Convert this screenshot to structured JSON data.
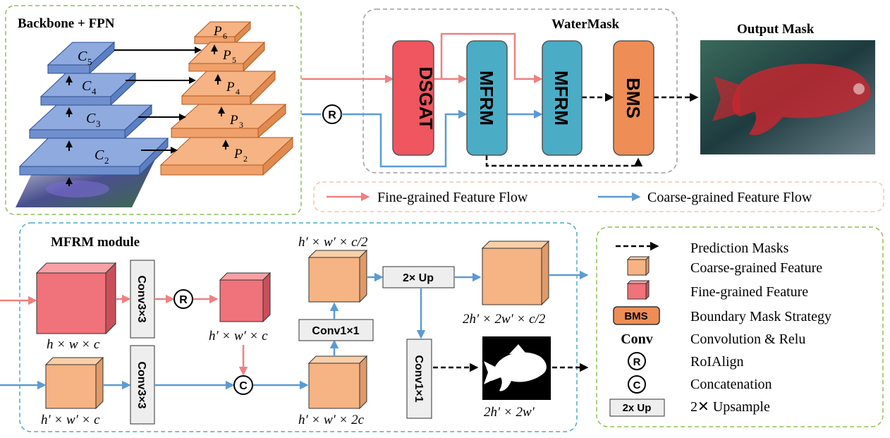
{
  "colors": {
    "fine": "#f08080",
    "fine_box": "#f0727a",
    "coarse_flow": "#5b9bd5",
    "coarse_box": "#f6b383",
    "fpn_c": "#8eaadf",
    "dsgat": "#f0565f",
    "mfrm": "#4bacc6",
    "bms": "#ee8d55",
    "panel_green": "#8fbf54",
    "panel_gray": "#9e9e9e",
    "panel_orange": "#f5c6a5",
    "panel_blue": "#4bacc6"
  },
  "backbone": {
    "title": "Backbone + FPN",
    "c_labels": [
      "C",
      "C",
      "C",
      "C"
    ],
    "c_subs": [
      "5",
      "4",
      "3",
      "2"
    ],
    "p_labels": [
      "P",
      "P",
      "P",
      "P",
      "P"
    ],
    "p_subs": [
      "6",
      "5",
      "4",
      "3",
      "2"
    ]
  },
  "watermask": {
    "title": "WaterMask",
    "dsgat": "DSGAT",
    "mfrm1": "MFRM",
    "mfrm2": "MFRM",
    "bms": "BMS",
    "roialign_symbol": "R"
  },
  "output": {
    "title": "Output Mask"
  },
  "flow_legend": {
    "fine": "Fine-grained Feature Flow",
    "coarse": "Coarse-grained Feature Flow"
  },
  "mfrm_module": {
    "title": "MFRM module",
    "conv3_top": "Conv3×3",
    "conv3_bottom": "Conv3×3",
    "r_symbol": "R",
    "c_symbol": "C",
    "conv1x1_mid": "Conv1×1",
    "conv1x1_right": "Conv1×1",
    "up": "2× Up",
    "dim_hwc": "h × w × c",
    "dim_hpwpc_fine": "h′ × w′ × c",
    "dim_hpwpc_coarse": "h′ × w′ × c",
    "dim_half": "h′ × w′ × c/2",
    "dim_2c": "h′ × w′ × 2c",
    "dim_up": "2h′ × 2w′ × c/2",
    "dim_mask": "2h′ × 2w′"
  },
  "legend": {
    "pred": "Prediction Masks",
    "coarse": "Coarse-grained Feature",
    "fine": "Fine-grained Feature",
    "bms_box": "BMS",
    "bms": "Boundary Mask Strategy",
    "conv_word": "Conv",
    "conv": "Convolution & Relu",
    "r_symbol": "R",
    "roialign": "RoIAlign",
    "c_symbol": "C",
    "concat": "Concatenation",
    "up_box": "2x Up",
    "up": "2✕ Upsample"
  }
}
